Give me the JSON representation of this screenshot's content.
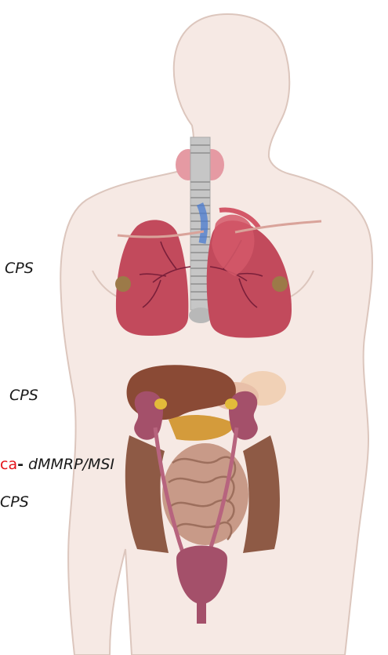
{
  "labels": {
    "lung": "CPS",
    "upper_gi": "CPS",
    "colorectal_prefix": "ca",
    "colorectal_dash": "-",
    "colorectal_suffix": "dMMRP/MSI",
    "lower_gi": "CPS"
  },
  "colors": {
    "accent_text": "#e4131a",
    "body_fill": "#f6e9e4",
    "body_outline": "#dcc6bd",
    "lung_fill": "#c24a5c",
    "liver_fill": "#8a4a35",
    "kidney_fill": "#a4506a",
    "intestine_fill": "#c89a88",
    "colon_fill": "#8e5a45",
    "trachea_fill": "#c6c6c6"
  },
  "icons": {
    "body": "human-torso-icon",
    "thyroid": "thyroid-icon",
    "trachea": "trachea-icon",
    "heart": "heart-icon",
    "lungs": "lungs-icon",
    "liver": "liver-icon",
    "kidneys": "kidneys-icon",
    "intestines": "intestines-icon",
    "bladder": "bladder-icon"
  }
}
